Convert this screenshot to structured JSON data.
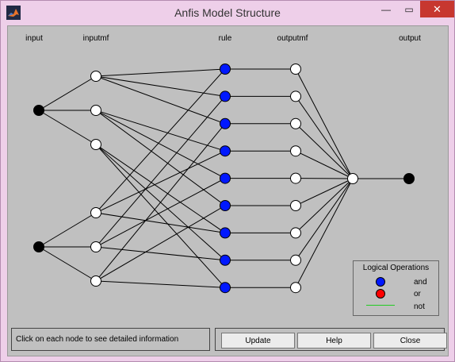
{
  "window": {
    "title": "Anfis Model Structure",
    "controls": {
      "minimize": "—",
      "maximize": "▭",
      "close": "✕"
    }
  },
  "columns": {
    "input": "input",
    "inputmf": "inputmf",
    "rule": "rule",
    "outputmf": "outputmf",
    "output": "output"
  },
  "network": {
    "input_count": 2,
    "inputmf_per_input": 3,
    "rule_count": 9,
    "outputmf_count": 9,
    "output_count": 1,
    "rule_inputs": [
      [
        0,
        3
      ],
      [
        0,
        4
      ],
      [
        0,
        5
      ],
      [
        1,
        3
      ],
      [
        1,
        4
      ],
      [
        1,
        5
      ],
      [
        2,
        3
      ],
      [
        2,
        4
      ],
      [
        2,
        5
      ]
    ],
    "colors": {
      "input_node": "#000000",
      "mf_node": "#ffffff",
      "rule_node": "#0018ff",
      "edge": "#000000"
    }
  },
  "legend": {
    "title": "Logical Operations",
    "and": "and",
    "or": "or",
    "not": "not",
    "and_color": "#0018ff",
    "or_color": "#ff0000",
    "not_color": "#22cc22"
  },
  "status": {
    "text": "Click on each node to see detailed information"
  },
  "buttons": {
    "update": "Update",
    "help": "Help",
    "close": "Close"
  }
}
